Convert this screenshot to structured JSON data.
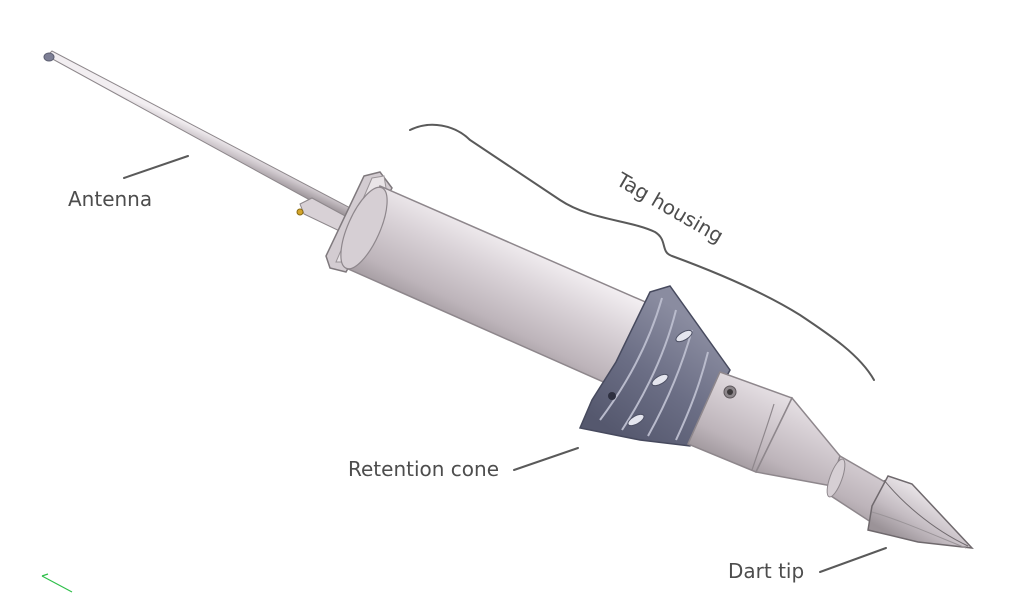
{
  "labels": {
    "antenna": "Antenna",
    "tag_housing": "Tag housing",
    "retention_cone": "Retention cone",
    "dart_tip": "Dart tip"
  },
  "colors": {
    "label_text": "#4d4d4d",
    "leader_line": "#5a5a5a",
    "body_metal": "#cfc7cc",
    "cone_blue": "#6e7187",
    "axis_marker": "#2fbf4a"
  }
}
